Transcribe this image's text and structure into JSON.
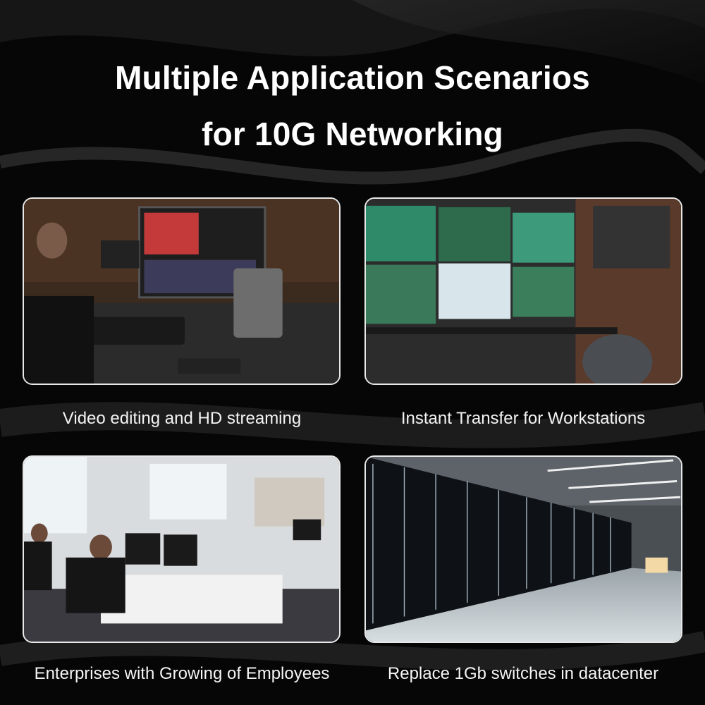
{
  "headline": {
    "line1": "Multiple Application Scenarios",
    "line2": "for 10G Networking"
  },
  "scenarios": [
    {
      "caption": "Video editing and HD streaming",
      "illustration": "video-editing-desk-photo"
    },
    {
      "caption": "Instant Transfer for Workstations",
      "illustration": "trading-workstation-monitors-photo"
    },
    {
      "caption": "Enterprises with Growing of Employees",
      "illustration": "open-office-photo"
    },
    {
      "caption": "Replace 1Gb switches in datacenter",
      "illustration": "datacenter-server-racks-photo"
    }
  ],
  "colors": {
    "background": "#050505",
    "text": "#ffffff",
    "card_border": "#e8e8e8"
  }
}
